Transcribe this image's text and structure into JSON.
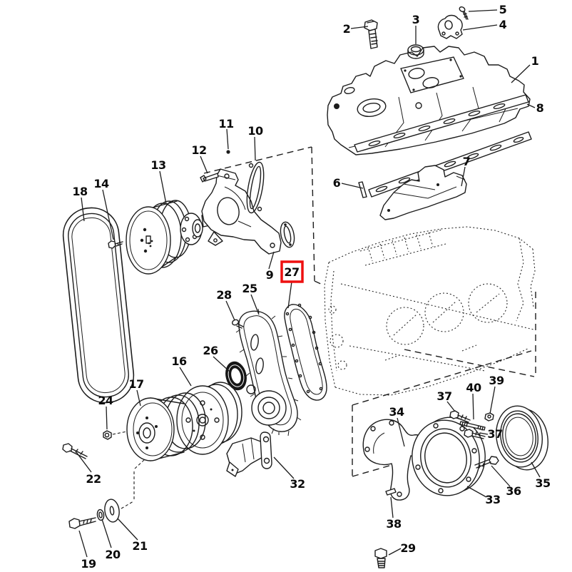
{
  "colors": {
    "background": "#ffffff",
    "ink": "#1c1c1c",
    "highlight_box": "#ee1010"
  },
  "highlight": {
    "selected_callout": "27"
  },
  "callouts": {
    "c1": "1",
    "c2": "2",
    "c3": "3",
    "c4": "4",
    "c5": "5",
    "c6": "6",
    "c7": "7",
    "c8": "8",
    "c9": "9",
    "c10": "10",
    "c11": "11",
    "c12": "12",
    "c13": "13",
    "c14": "14",
    "c16": "16",
    "c17": "17",
    "c18": "18",
    "c19": "19",
    "c20": "20",
    "c21": "21",
    "c22": "22",
    "c24": "24",
    "c25": "25",
    "c26": "26",
    "c27": "27",
    "c28": "28",
    "c29": "29",
    "c32": "32",
    "c33": "33",
    "c34": "34",
    "c35": "35",
    "c36": "36",
    "c37a": "37",
    "c37b": "37",
    "c38": "38",
    "c39": "39",
    "c40": "40"
  }
}
